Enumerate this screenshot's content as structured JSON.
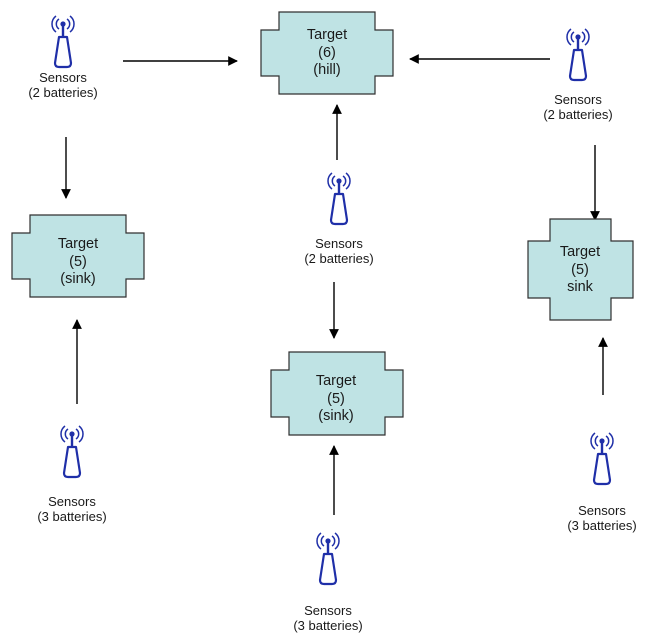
{
  "colors": {
    "target_fill": "#bfe3e4",
    "target_stroke": "#303030",
    "sensor_blue": "#1f2fa8",
    "arrow": "#000000"
  },
  "targets": [
    {
      "id": "t-top",
      "lines": [
        "Target",
        "(6)",
        "(hill)"
      ]
    },
    {
      "id": "t-left",
      "lines": [
        "Target",
        "(5)",
        "(sink)"
      ]
    },
    {
      "id": "t-center",
      "lines": [
        "Target",
        "(5)",
        "(sink)"
      ]
    },
    {
      "id": "t-right",
      "lines": [
        "Target",
        "(5)",
        "sink"
      ]
    }
  ],
  "sensors": [
    {
      "id": "s-top-left",
      "icon": "antenna-icon",
      "lines": [
        "Sensors",
        "(2 batteries)"
      ]
    },
    {
      "id": "s-top-right",
      "icon": "antenna-icon",
      "lines": [
        "Sensors",
        "(2 batteries)"
      ]
    },
    {
      "id": "s-middle",
      "icon": "antenna-icon",
      "lines": [
        "Sensors",
        "(2 batteries)"
      ]
    },
    {
      "id": "s-bottom-left",
      "icon": "antenna-icon",
      "lines": [
        "Sensors",
        "(3 batteries)"
      ]
    },
    {
      "id": "s-bottom-center",
      "icon": "antenna-icon",
      "lines": [
        "Sensors",
        "(3 batteries)"
      ]
    },
    {
      "id": "s-bottom-right",
      "icon": "antenna-icon",
      "lines": [
        "Sensors",
        "(3 batteries)"
      ]
    }
  ],
  "edges": [
    {
      "from": "s-top-left",
      "to": "t-top"
    },
    {
      "from": "s-top-right",
      "to": "t-top"
    },
    {
      "from": "s-middle",
      "to": "t-top"
    },
    {
      "from": "s-top-left",
      "to": "t-left"
    },
    {
      "from": "s-top-right",
      "to": "t-right"
    },
    {
      "from": "s-middle",
      "to": "t-center"
    },
    {
      "from": "s-bottom-left",
      "to": "t-left"
    },
    {
      "from": "s-bottom-center",
      "to": "t-center"
    },
    {
      "from": "s-bottom-right",
      "to": "t-right"
    }
  ]
}
